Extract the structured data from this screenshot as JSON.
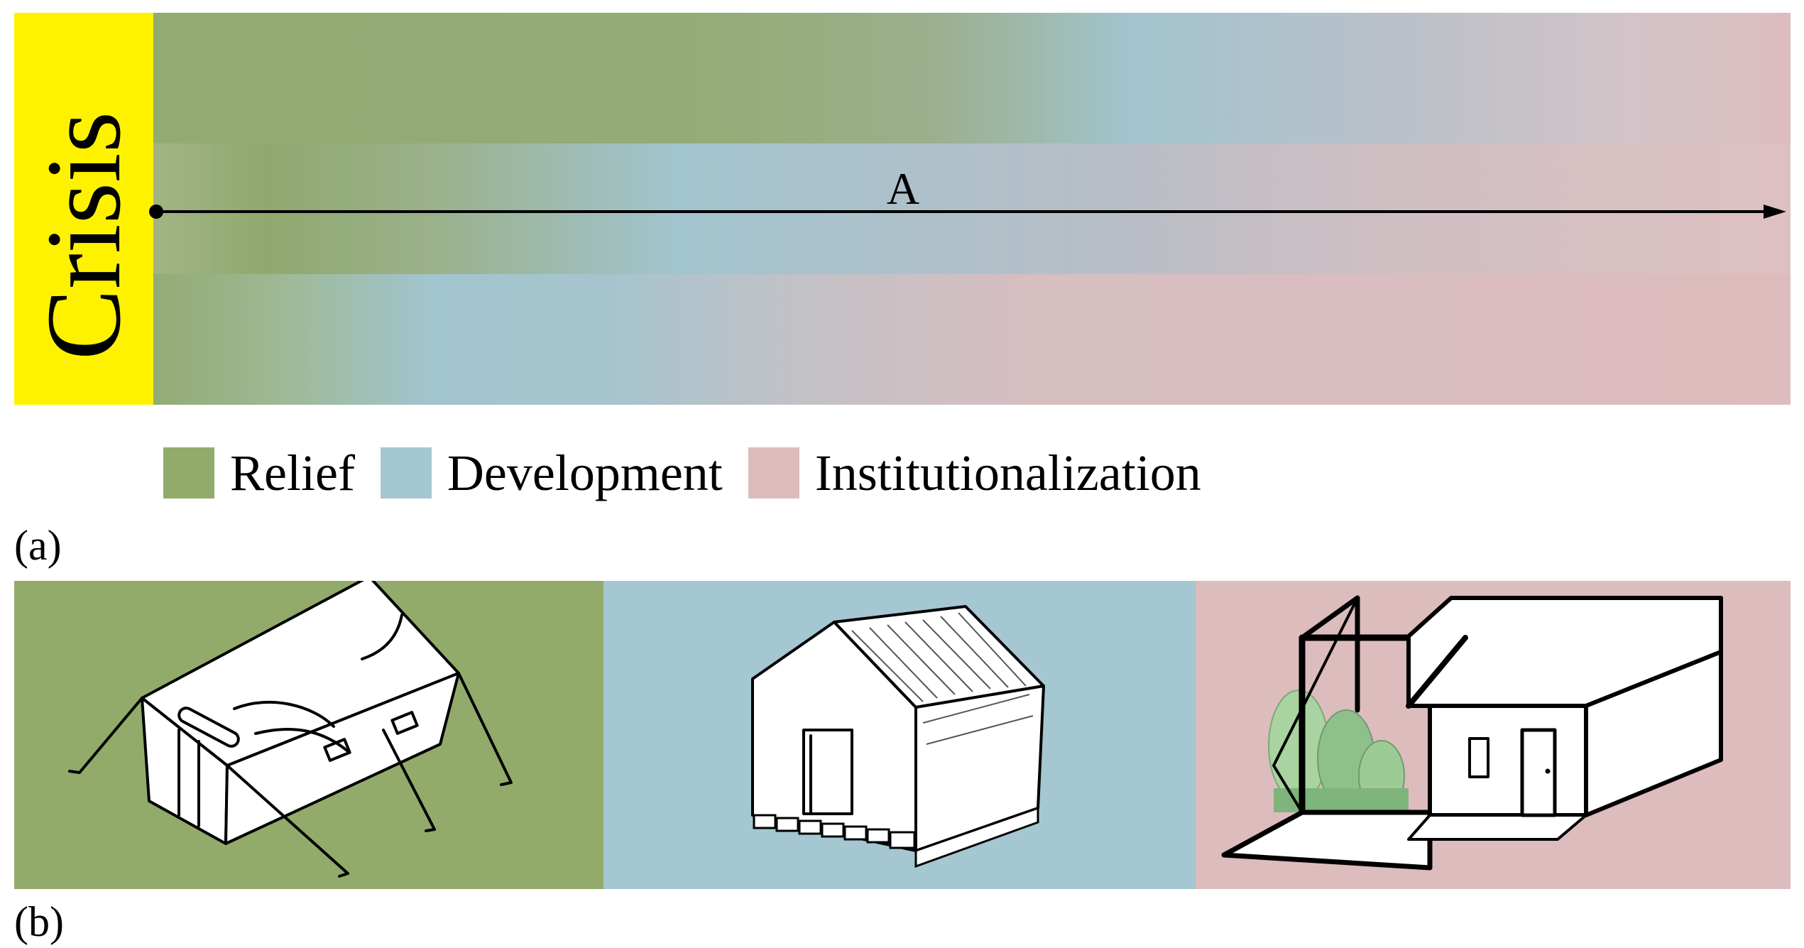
{
  "panel_a": {
    "label": "(a)",
    "crisis_label": "Crisis",
    "axis_label": "A",
    "legend": [
      {
        "label": "Relief",
        "color": "#92AB6B"
      },
      {
        "label": "Development",
        "color": "#A4C7D2"
      },
      {
        "label": "Institutionalization",
        "color": "#DDBCBE"
      }
    ],
    "colors": {
      "crisis": "#FFF200",
      "relief": "#92AB6B",
      "development": "#A4C7D2",
      "institutionalization": "#DDBCBE"
    }
  },
  "panel_b": {
    "label": "(b)",
    "shelters": [
      {
        "illustration": "tent-icon",
        "color": "#92AB6B"
      },
      {
        "illustration": "transitional-shelter-icon",
        "color": "#A4C7D2"
      },
      {
        "illustration": "permanent-house-icon",
        "color": "#DDBCBE"
      }
    ]
  }
}
